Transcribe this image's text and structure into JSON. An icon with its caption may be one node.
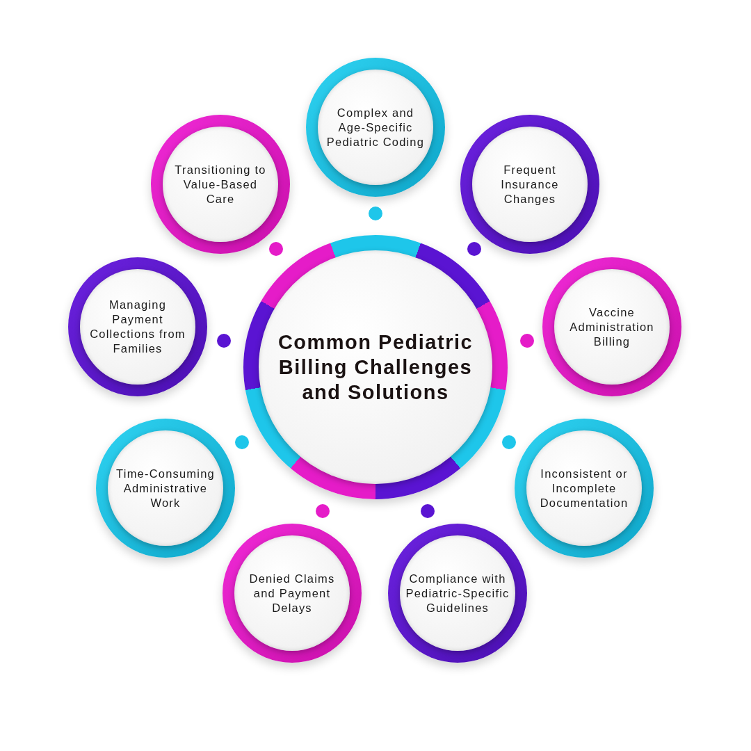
{
  "diagram": {
    "nodes": [
      {
        "text": [
          "Common Pediatric Billing Challenges and Solutions"
        ]
      },
      {
        "text": [
          "Complex and Age-Specific Pediatric Coding"
        ]
      },
      {
        "text": [
          "Frequent Insurance Changes"
        ]
      },
      {
        "text": [
          "Vaccine Administration Billing"
        ]
      },
      {
        "text": [
          "Inconsistent or Incomplete Documentation"
        ]
      },
      {
        "text": [
          "Compliance with Pediatric-Specific Guidelines"
        ]
      },
      {
        "text": [
          "Denied Claims and Payment Delays"
        ]
      },
      {
        "text": [
          "Time-Consuming Administrative Work"
        ]
      },
      {
        "text": [
          "Managing Payment Collections from Families"
        ]
      },
      {
        "text": [
          "Transitioning to Value-Based Care"
        ]
      }
    ]
  }
}
